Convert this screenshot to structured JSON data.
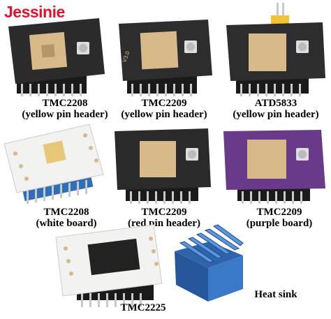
{
  "brand": {
    "name": "Jessinie",
    "color": "#e8102a"
  },
  "modules": [
    {
      "id": "tmc2208-yellow",
      "line1": "TMC2208",
      "line2": "(yellow pin header)",
      "board_color": "#2b2b2b",
      "header_color": "#1a1a1a",
      "silk": ""
    },
    {
      "id": "tmc2209-yellow",
      "line1": "TMC2209",
      "line2": "(yellow pin header)",
      "board_color": "#2d2d2d",
      "header_color": "#1a1a1a",
      "silk": "V3.0"
    },
    {
      "id": "atd5833-yellow",
      "line1": "ATD5833",
      "line2": "(yellow pin header)",
      "board_color": "#2d2d2d",
      "header_color": "#1a1a1a",
      "silk": ""
    },
    {
      "id": "tmc2208-white",
      "line1": "TMC2208",
      "line2": "(white board)",
      "board_color": "#f2f2f0",
      "header_color": "#2f6fb8",
      "silk": ""
    },
    {
      "id": "tmc2209-red",
      "line1": "TMC2209",
      "line2": "(red pin header)",
      "board_color": "#2a2a2a",
      "header_color": "#1a1a1a",
      "silk": ""
    },
    {
      "id": "tmc2209-purple",
      "line1": "TMC2209",
      "line2": "(purple board)",
      "board_color": "#6a3a8a",
      "header_color": "#1a1a1a",
      "silk": ""
    },
    {
      "id": "tmc2225",
      "line1": "TMC2225",
      "line2": "",
      "board_color": "#f2f2f0",
      "header_color": "#1a1a1a",
      "silk": ""
    }
  ],
  "heatsink": {
    "label": "Heat sink",
    "color": "#3a78c8"
  },
  "colors": {
    "pad": "#d7b98a",
    "pin": "#c9c9c9",
    "chip": "#222222",
    "yellow_pin": "#f4c430"
  }
}
